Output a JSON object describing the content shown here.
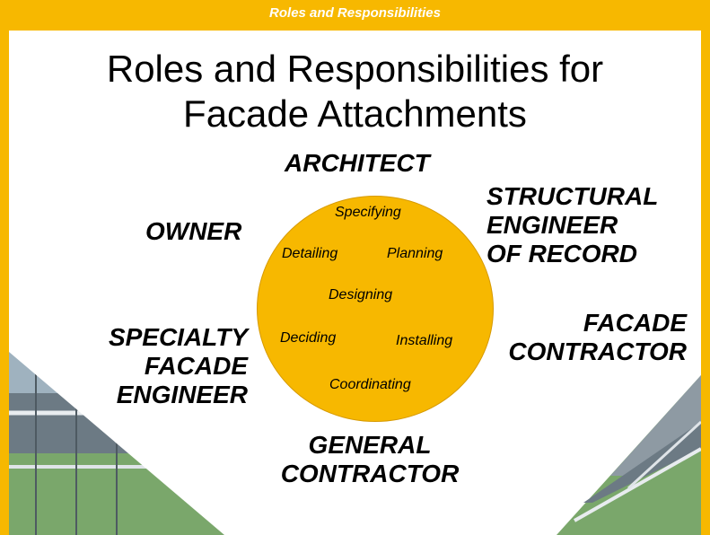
{
  "banner": {
    "text": "Roles and Responsibilities"
  },
  "title": {
    "line1": "Roles and Responsibilities for",
    "line2": "Facade Attachments"
  },
  "roles": {
    "architect": "ARCHITECT",
    "structural": [
      "STRUCTURAL",
      "ENGINEER",
      "OF RECORD"
    ],
    "owner": "OWNER",
    "specialty": [
      "SPECIALTY",
      "FACADE",
      "ENGINEER"
    ],
    "facade_contractor": [
      "FACADE",
      "CONTRACTOR"
    ],
    "general_contractor": [
      "GENERAL",
      "CONTRACTOR"
    ]
  },
  "tasks": {
    "specifying": "Specifying",
    "detailing": "Detailing",
    "planning": "Planning",
    "designing": "Designing",
    "deciding": "Deciding",
    "installing": "Installing",
    "coordinating": "Coordinating"
  },
  "colors": {
    "accent": "#f7b800"
  }
}
